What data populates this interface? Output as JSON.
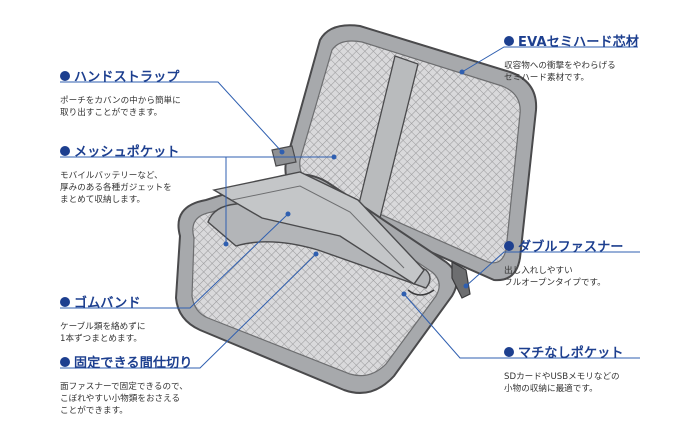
{
  "callouts": {
    "hand_strap": {
      "title": "ハンドストラップ",
      "desc": [
        "ポーチをカバンの中から簡単に",
        "取り出すことができます。"
      ]
    },
    "mesh_pocket": {
      "title": "メッシュポケット",
      "desc": [
        "モバイルバッテリーなど、",
        "厚みのある各種ガジェットを",
        "まとめて収納します。"
      ]
    },
    "rubber_band": {
      "title": "ゴムバンド",
      "desc": [
        "ケーブル類を絡めずに",
        "1本ずつまとめます。"
      ]
    },
    "divider": {
      "title": "固定できる間仕切り",
      "desc": [
        "面ファスナーで固定できるので、",
        "こぼれやすい小物類をおさえる",
        "ことができます。"
      ]
    },
    "eva_material": {
      "title": "EVAセミハード芯材",
      "desc": [
        "収容物への衝撃をやわらげる",
        "セミハード素材です。"
      ]
    },
    "double_zipper": {
      "title": "ダブルファスナー",
      "desc": [
        "出し入れしやすい",
        "フルオープンタイプです。"
      ]
    },
    "gusset_pocket": {
      "title": "マチなしポケット",
      "desc": [
        "SDカードやUSBメモリなどの",
        "小物の収納に最適です。"
      ]
    }
  },
  "colors": {
    "accent": "#1d3f8f",
    "leader_line": "#2f5fb0",
    "shell": "#a7a9ac",
    "shell_dark": "#4a4a4c",
    "mesh_bg": "#d9d9db",
    "mesh_line": "#9a9a9c"
  },
  "icons": {
    "bullet": "filled-circle"
  }
}
